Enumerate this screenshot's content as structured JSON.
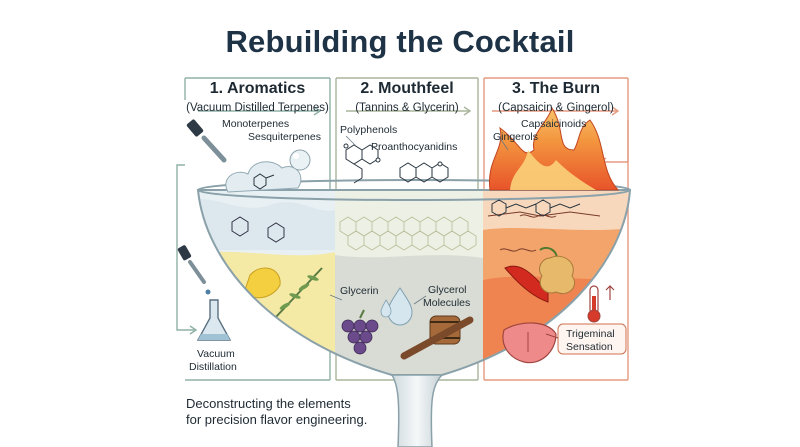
{
  "title": "Rebuilding the Cocktail",
  "sections": [
    {
      "heading": "1. Aromatics",
      "subheading": "(Vacuum Distilled Terpenes)",
      "color": "#5a8a7a"
    },
    {
      "heading": "2. Mouthfeel",
      "subheading": "(Tannins & Glycerin)",
      "color": "#7a8a6a"
    },
    {
      "heading": "3. The Burn",
      "subheading": "(Capsaicin & Gingerol)",
      "color": "#d0704f"
    }
  ],
  "labels": {
    "monoterpenes": "Monoterpenes",
    "sesquiterpenes": "Sesquiterpenes",
    "vacuum_distillation_1": "Vacuum",
    "vacuum_distillation_2": "Distillation",
    "polyphenols": "Polyphenols",
    "proanthocyanidins": "Proanthocyanidins",
    "glycerin": "Glycerin",
    "glycerol_1": "Glycerol",
    "glycerol_2": "Molecules",
    "capsaicinoids": "Capsaicinoids",
    "gingerols": "Gingerols",
    "trigeminal_1": "Trigeminal",
    "trigeminal_2": "Sensation"
  },
  "tagline": {
    "line1": "Deconstructing the elements",
    "line2": "for precision flavor engineering."
  }
}
